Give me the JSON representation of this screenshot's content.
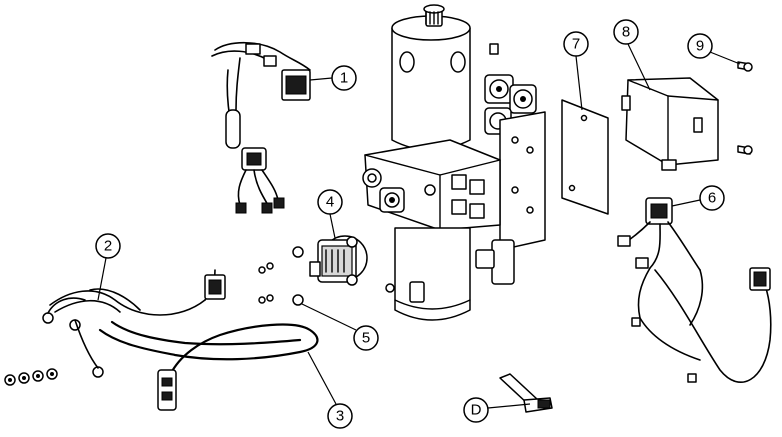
{
  "callouts": [
    {
      "id": "1",
      "label": "1"
    },
    {
      "id": "2",
      "label": "2"
    },
    {
      "id": "3",
      "label": "3"
    },
    {
      "id": "4",
      "label": "4"
    },
    {
      "id": "5",
      "label": "5"
    },
    {
      "id": "6",
      "label": "6"
    },
    {
      "id": "7",
      "label": "7"
    },
    {
      "id": "8",
      "label": "8"
    },
    {
      "id": "9",
      "label": "9"
    },
    {
      "id": "D",
      "label": "D"
    }
  ]
}
